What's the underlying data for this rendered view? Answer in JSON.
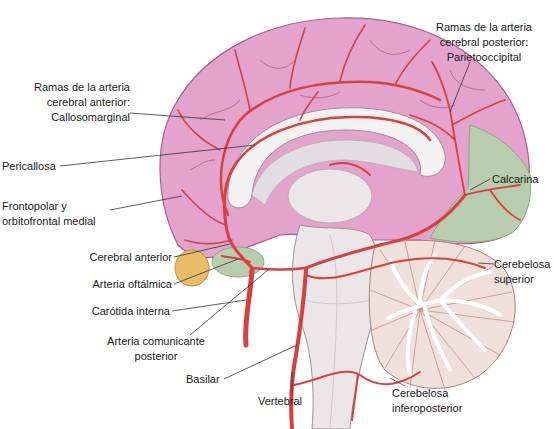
{
  "diagram": {
    "labels": [
      "Ramas de la arteria cerebral anterior: Callosomarginal",
      "Pericallosa",
      "Frontopolar y orbitofrontal medial",
      "Cerebral anterior",
      "Arteria oftálmica",
      "Carótida interna",
      "Arteria comunicante posterior",
      "Basilar",
      "Vertebral",
      "Ramas de la arteria cerebral posterior: Parietooccipital",
      "Calcarina",
      "Cerebelosa superior",
      "Cerebelosa inferoposterior"
    ]
  }
}
